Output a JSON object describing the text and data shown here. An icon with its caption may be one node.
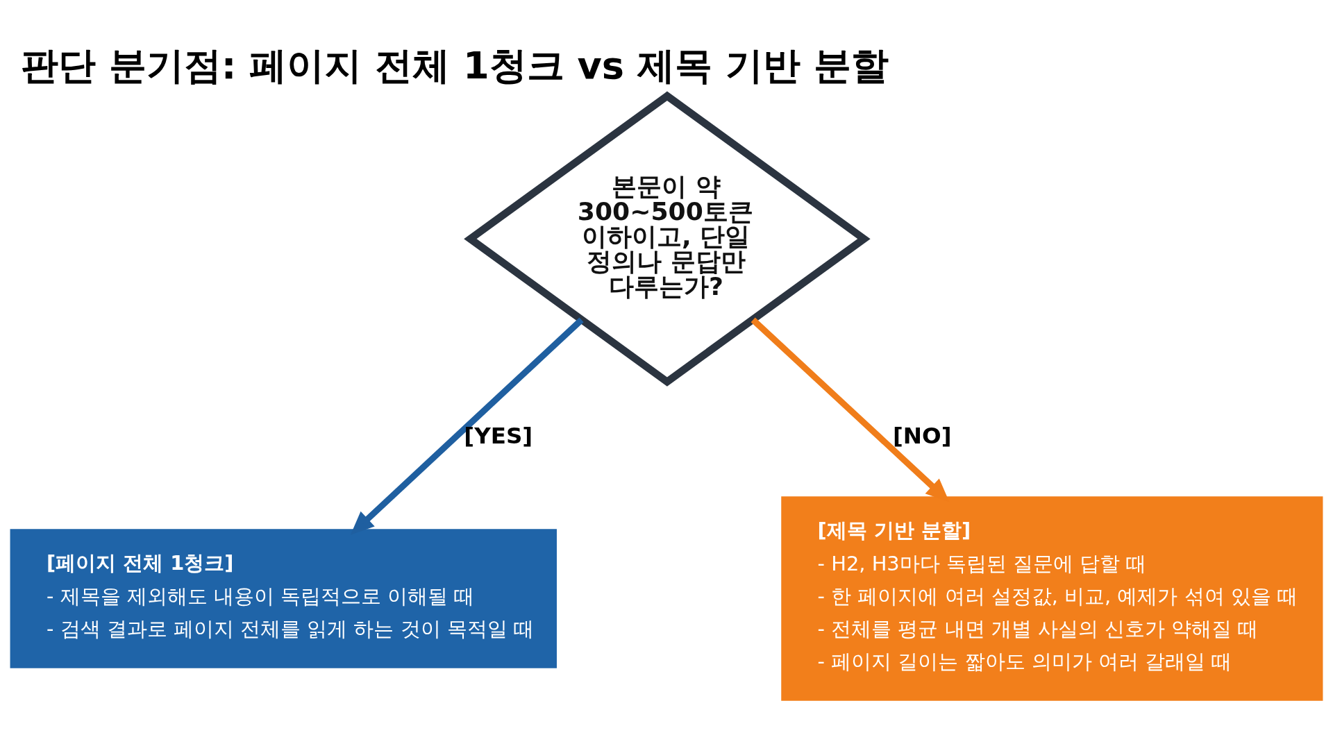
{
  "diagram": {
    "title": "판단 분기점: 페이지 전체 1청크 vs 제목 기반 분할",
    "nodes": [
      {
        "text": [
          "본문이 약 300~500토큰 이하이고, 단일 정의나 문답만 다루는가?"
        ]
      },
      {
        "text": [
          "[페이지 전체 1청크]",
          "- 제목을 제외해도 내용이 독립적으로 이해될 때",
          "- 검색 결과로 페이지 전체를 읽게 하는 것이 목적일 때"
        ]
      },
      {
        "text": [
          "[제목 기반 분할]",
          "- H2, H3마다 독립된 질문에 답할 때",
          "- 한 페이지에 여러 설정값, 비교, 예제가 섞여 있을 때",
          "- 전체를 평균 내면 개별 사실의 신호가 약해질 때",
          "- 페이지 길이는 짧아도 의미가 여러 갈래일 때"
        ]
      }
    ],
    "edges": [
      {
        "from": 0,
        "to": 1,
        "arrow": "to",
        "label": "[YES]",
        "color": "#1f5fa0"
      },
      {
        "from": 0,
        "to": 2,
        "arrow": "to",
        "label": "[NO]",
        "color": "#f07d1a"
      }
    ]
  }
}
